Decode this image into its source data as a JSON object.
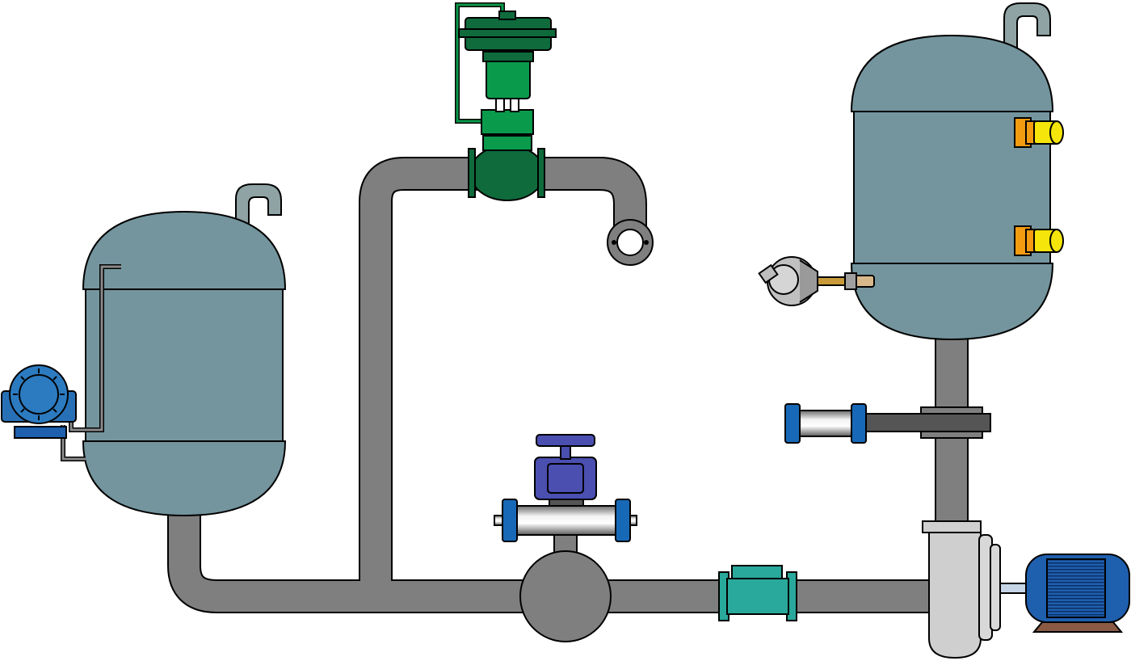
{
  "diagram": {
    "background": "#ffffff",
    "colors": {
      "tank": "#74959e",
      "pipe": "#7f7f7f",
      "vent": "#8fa3a4",
      "control_valve": "#0f6b3c",
      "control_valve_light": "#0a9a4c",
      "hand_valve": "#4a4fb0",
      "flow_meter": "#29a99b",
      "motor": "#1e5fae",
      "level_switch": "#f5e50a",
      "level_switch_base": "#f39c12",
      "flange_blue": "#1769b8",
      "thermo_tip": "#d8b98b"
    },
    "components": [
      {
        "name": "storage-tank-left"
      },
      {
        "name": "level-transmitter"
      },
      {
        "name": "inlet-tank-right"
      },
      {
        "name": "level-switch-high"
      },
      {
        "name": "level-switch-low"
      },
      {
        "name": "temperature-probe"
      },
      {
        "name": "control-valve"
      },
      {
        "name": "hand-valve"
      },
      {
        "name": "flow-indicator"
      },
      {
        "name": "turbine-flowmeter"
      },
      {
        "name": "centrifugal-pump"
      },
      {
        "name": "electric-motor"
      },
      {
        "name": "rotameter"
      }
    ]
  }
}
